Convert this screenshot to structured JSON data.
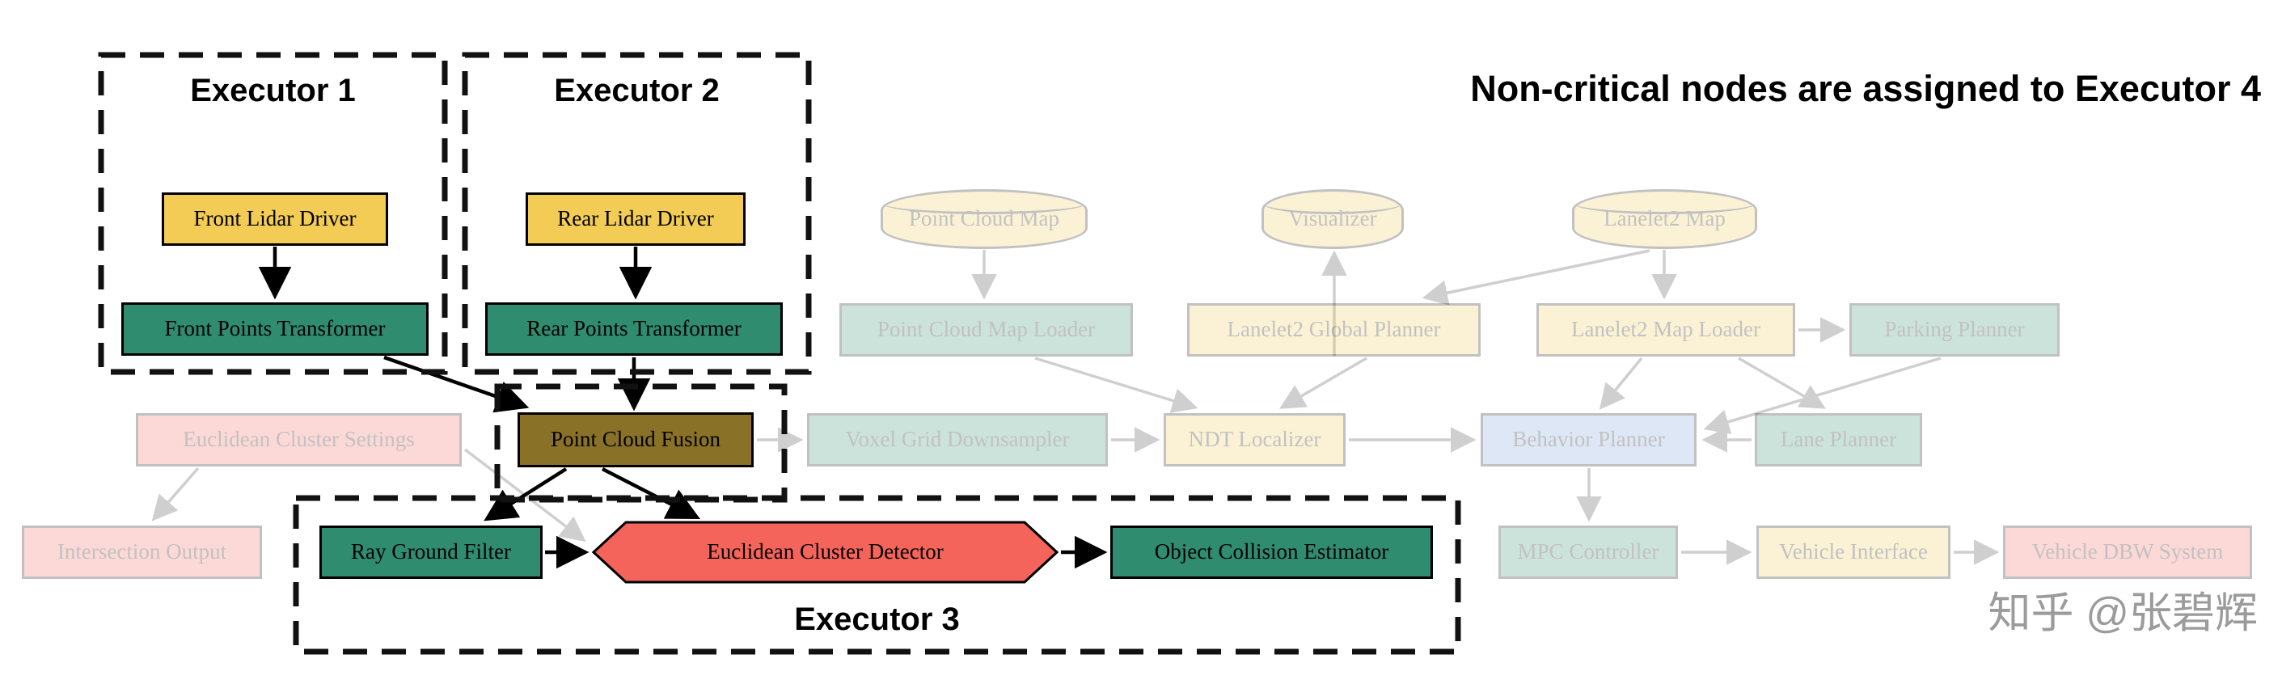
{
  "header": {
    "note": "Non-critical nodes are assigned to Executor 4"
  },
  "watermark": "知乎 @张碧辉",
  "executors": {
    "e1": "Executor 1",
    "e2": "Executor 2",
    "e3": "Executor 3"
  },
  "nodes": {
    "front_lidar_driver": "Front Lidar Driver",
    "front_points_transformer": "Front Points Transformer",
    "rear_lidar_driver": "Rear Lidar Driver",
    "rear_points_transformer": "Rear Points Transformer",
    "point_cloud_fusion": "Point Cloud Fusion",
    "ray_ground_filter": "Ray Ground Filter",
    "euclidean_cluster_detector": "Euclidean Cluster Detector",
    "object_collision_estimator": "Object Collision Estimator",
    "point_cloud_map": "Point Cloud Map",
    "visualizer": "Visualizer",
    "lanelet2_map": "Lanelet2 Map",
    "point_cloud_map_loader": "Point Cloud Map Loader",
    "lanelet2_global_planner": "Lanelet2 Global Planner",
    "lanelet2_map_loader": "Lanelet2 Map Loader",
    "parking_planner": "Parking Planner",
    "euclidean_cluster_settings": "Euclidean Cluster Settings",
    "voxel_grid_downsampler": "Voxel Grid Downsampler",
    "ndt_localizer": "NDT Localizer",
    "behavior_planner": "Behavior Planner",
    "lane_planner": "Lane Planner",
    "intersection_output": "Intersection Output",
    "mpc_controller": "MPC Controller",
    "vehicle_interface": "Vehicle Interface",
    "vehicle_dbw_system": "Vehicle DBW System"
  },
  "colors": {
    "yellow": "#F2CC55",
    "teal": "#2F8C6F",
    "gold_dark": "#8A7128",
    "red": "#F4645A",
    "blue": "#7A9FD6"
  }
}
